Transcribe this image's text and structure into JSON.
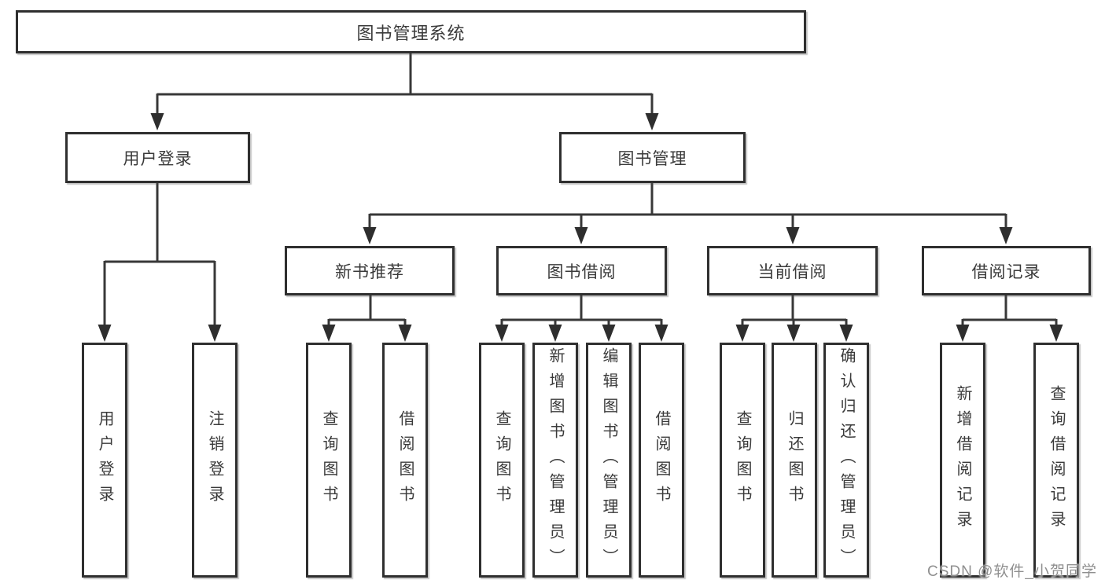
{
  "watermark": "CSDN @软件_小贺同学",
  "nodes": {
    "root": {
      "label": "图书管理系统"
    },
    "user_login": {
      "label": "用户登录"
    },
    "book_management": {
      "label": "图书管理"
    },
    "new_book_recommend": {
      "label": "新书推荐"
    },
    "book_borrowing": {
      "label": "图书借阅"
    },
    "current_borrowing": {
      "label": "当前借阅"
    },
    "borrowing_records": {
      "label": "借阅记录"
    },
    "user_login_leaf": {
      "label": "用户登录"
    },
    "logout_leaf": {
      "label": "注销登录"
    },
    "nbr_query_books": {
      "label": "查询图书"
    },
    "nbr_borrow_books": {
      "label": "借阅图书"
    },
    "bb_query_books": {
      "label": "查询图书"
    },
    "bb_add_books": {
      "label": "新增图书（管理员）"
    },
    "bb_edit_books": {
      "label": "编辑图书（管理员）"
    },
    "bb_borrow_books": {
      "label": "借阅图书"
    },
    "cb_query_books": {
      "label": "查询图书"
    },
    "cb_return_books": {
      "label": "归还图书"
    },
    "cb_confirm_return": {
      "label": "确认归还（管理员）"
    },
    "br_add_record": {
      "label": "新增借阅记录"
    },
    "br_query_record": {
      "label": "查询借阅记录"
    }
  },
  "edges": [
    [
      "root",
      "user_login"
    ],
    [
      "root",
      "book_management"
    ],
    [
      "user_login",
      "user_login_leaf"
    ],
    [
      "user_login",
      "logout_leaf"
    ],
    [
      "book_management",
      "new_book_recommend"
    ],
    [
      "book_management",
      "book_borrowing"
    ],
    [
      "book_management",
      "current_borrowing"
    ],
    [
      "book_management",
      "borrowing_records"
    ],
    [
      "new_book_recommend",
      "nbr_query_books"
    ],
    [
      "new_book_recommend",
      "nbr_borrow_books"
    ],
    [
      "book_borrowing",
      "bb_query_books"
    ],
    [
      "book_borrowing",
      "bb_add_books"
    ],
    [
      "book_borrowing",
      "bb_edit_books"
    ],
    [
      "book_borrowing",
      "bb_borrow_books"
    ],
    [
      "current_borrowing",
      "cb_query_books"
    ],
    [
      "current_borrowing",
      "cb_return_books"
    ],
    [
      "current_borrowing",
      "cb_confirm_return"
    ],
    [
      "borrowing_records",
      "br_add_record"
    ],
    [
      "borrowing_records",
      "br_query_record"
    ]
  ]
}
